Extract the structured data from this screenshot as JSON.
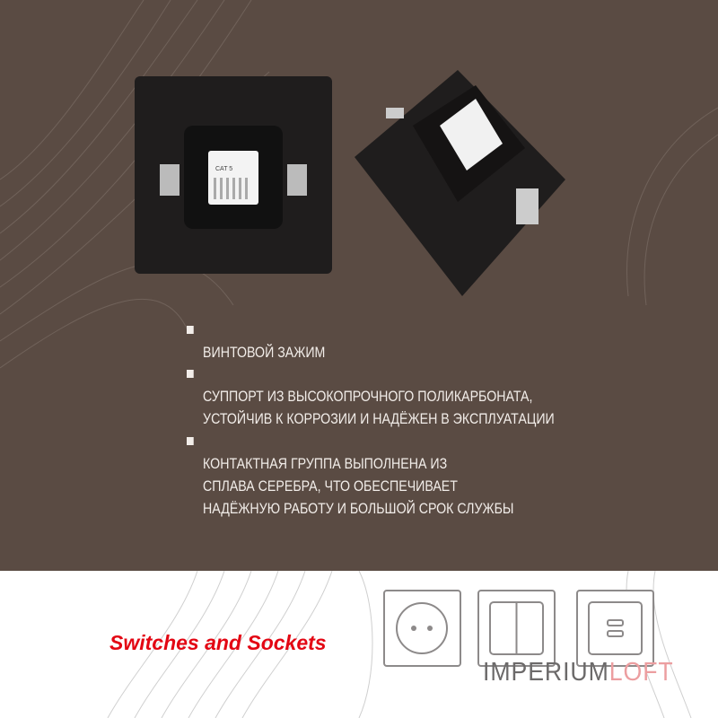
{
  "features": [
    {
      "lines": [
        "ВИНТОВОЙ ЗАЖИМ"
      ]
    },
    {
      "lines": [
        "СУППОРТ ИЗ ВЫСОКОПРОЧНОГО ПОЛИКАРБОНАТА,",
        "УСТОЙЧИВ К КОРРОЗИИ И НАДЁЖЕН В ЭКСПЛУАТАЦИИ"
      ]
    },
    {
      "lines": [
        "КОНТАКТНАЯ ГРУППА ВЫПОЛНЕНА ИЗ",
        "СПЛАВА СЕРЕБРА, ЧТО ОБЕСПЕЧИВАЕТ",
        "НАДЁЖНУЮ РАБОТУ И БОЛЬШОЙ СРОК СЛУЖБЫ"
      ]
    }
  ],
  "product": {
    "jack_label": "CAT 5"
  },
  "banner": {
    "title": "Switches and Sockets",
    "logo_part1": "IMPERIUM",
    "logo_part2": "LOFT"
  },
  "icons": [
    "socket-icon",
    "double-switch-icon",
    "usb-socket-icon"
  ],
  "colors": {
    "background": "#5a4b43",
    "title": "#e30613",
    "logo_gray": "#6c6a6a",
    "logo_accent": "#ec9ea0"
  }
}
